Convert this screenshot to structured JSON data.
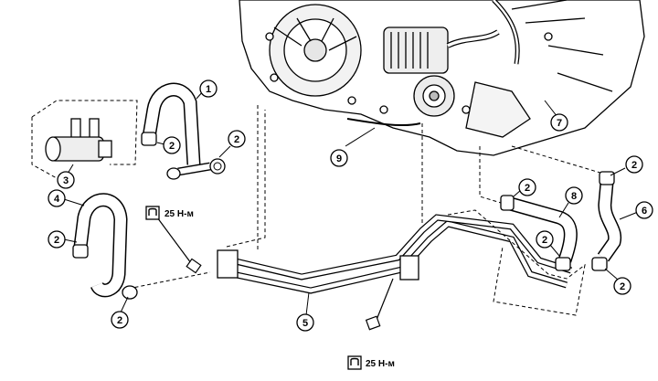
{
  "callouts": {
    "c1": "1",
    "c2a": "2",
    "c2b": "2",
    "c2c": "2",
    "c2d": "2",
    "c2e": "2",
    "c2f": "2",
    "c2g": "2",
    "c2h": "2",
    "c3": "3",
    "c4": "4",
    "c5": "5",
    "c6": "6",
    "c7": "7",
    "c8": "8",
    "c9": "9"
  },
  "torque": {
    "left": "25 Н-м",
    "bottom": "25 Н-м"
  },
  "colors": {
    "line": "#000000",
    "background": "#ffffff",
    "shade": "#d9d9d9"
  },
  "icons": [
    "torque-wrench-icon"
  ]
}
